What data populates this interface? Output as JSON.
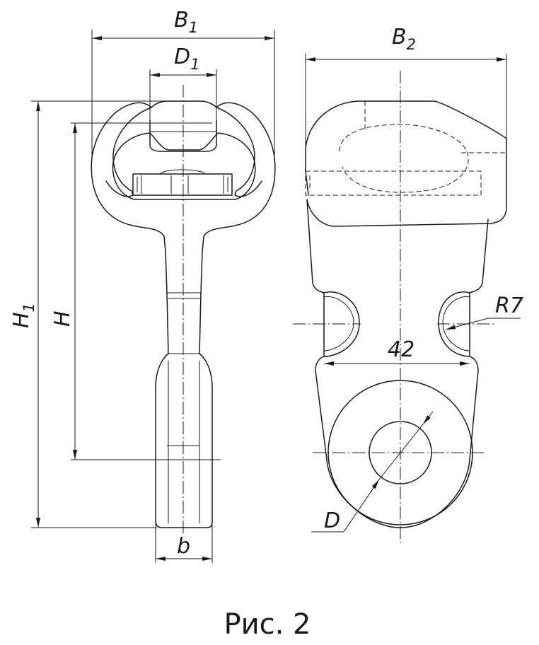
{
  "figure": {
    "caption": "Рис. 2",
    "dimensions": {
      "b1": {
        "letter": "B",
        "index": "1"
      },
      "d1": {
        "letter": "D",
        "index": "1"
      },
      "b2": {
        "letter": "B",
        "index": "2"
      },
      "h1": {
        "letter": "H",
        "index": "1"
      },
      "h": "H",
      "b": "b",
      "r7": "R7",
      "d42": "42",
      "d": "D"
    }
  }
}
